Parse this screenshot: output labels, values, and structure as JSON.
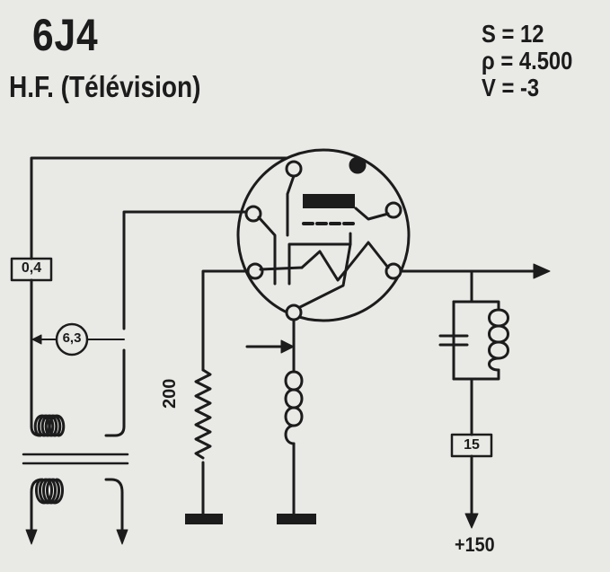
{
  "header": {
    "tube_name": "6J4",
    "subtitle": "H.F. (Télévision)"
  },
  "parameters": {
    "s": "S = 12",
    "rho": "ρ = 4.500",
    "v": "V = -3"
  },
  "components": {
    "filament_current": "0,4",
    "filament_voltage": "6,3",
    "grid_resistor": "200",
    "plate_resistor": "15",
    "supply_voltage": "+150"
  },
  "colors": {
    "ink": "#1c1c1c",
    "paper": "#e9e9e6"
  }
}
